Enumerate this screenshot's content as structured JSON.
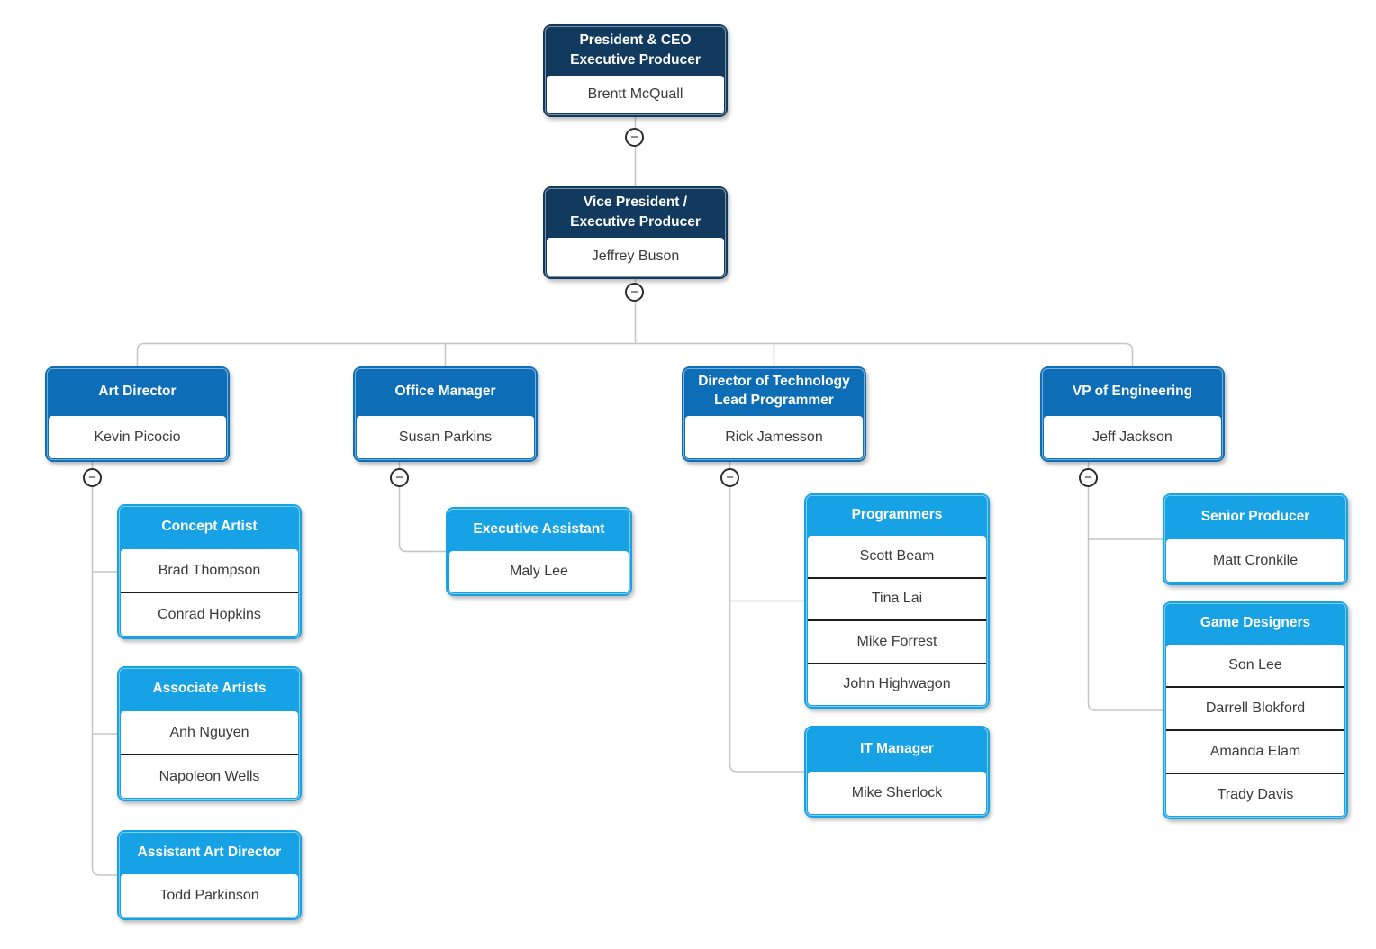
{
  "chart": {
    "collapse_symbol": "−",
    "colors": {
      "level1": "#123A5F",
      "level2": "#0D6EB7",
      "level3": "#17A2E6",
      "connector": "#C5C5C5",
      "row_separator": "#1C1C1C"
    },
    "nodes": {
      "president": {
        "title": "President & CEO\nExecutive Producer",
        "members": [
          "Brentt  McQuall"
        ]
      },
      "vice_president": {
        "title": "Vice President /\nExecutive Producer",
        "members": [
          "Jeffrey Buson"
        ]
      },
      "art_director": {
        "title": "Art Director",
        "members": [
          "Kevin Picocio"
        ]
      },
      "office_manager": {
        "title": "Office Manager",
        "members": [
          "Susan Parkins"
        ]
      },
      "director_technology": {
        "title": "Director of Technology\nLead Programmer",
        "members": [
          "Rick Jamesson"
        ]
      },
      "vp_engineering": {
        "title": "VP of Engineering",
        "members": [
          "Jeff Jackson"
        ]
      },
      "concept_artist": {
        "title": "Concept Artist",
        "members": [
          "Brad Thompson",
          "Conrad Hopkins"
        ]
      },
      "associate_artists": {
        "title": "Associate Artists",
        "members": [
          "Anh Nguyen",
          "Napoleon Wells"
        ]
      },
      "assistant_art_director": {
        "title": "Assistant Art Director",
        "members": [
          "Todd Parkinson"
        ]
      },
      "executive_assistant": {
        "title": "Executive Assistant",
        "members": [
          "Maly Lee"
        ]
      },
      "programmers": {
        "title": "Programmers",
        "members": [
          "Scott Beam",
          "Tina Lai",
          "Mike Forrest",
          "John Highwagon"
        ]
      },
      "it_manager": {
        "title": "IT Manager",
        "members": [
          "Mike Sherlock"
        ]
      },
      "senior_producer": {
        "title": "Senior Producer",
        "members": [
          "Matt Cronkile"
        ]
      },
      "game_designers": {
        "title": "Game Designers",
        "members": [
          "Son Lee",
          "Darrell Blokford",
          "Amanda Elam",
          "Trady Davis"
        ]
      }
    },
    "hierarchy": {
      "president": [
        "vice_president"
      ],
      "vice_president": [
        "art_director",
        "office_manager",
        "director_technology",
        "vp_engineering"
      ],
      "art_director": [
        "concept_artist",
        "associate_artists",
        "assistant_art_director"
      ],
      "office_manager": [
        "executive_assistant"
      ],
      "director_technology": [
        "programmers",
        "it_manager"
      ],
      "vp_engineering": [
        "senior_producer",
        "game_designers"
      ]
    }
  }
}
